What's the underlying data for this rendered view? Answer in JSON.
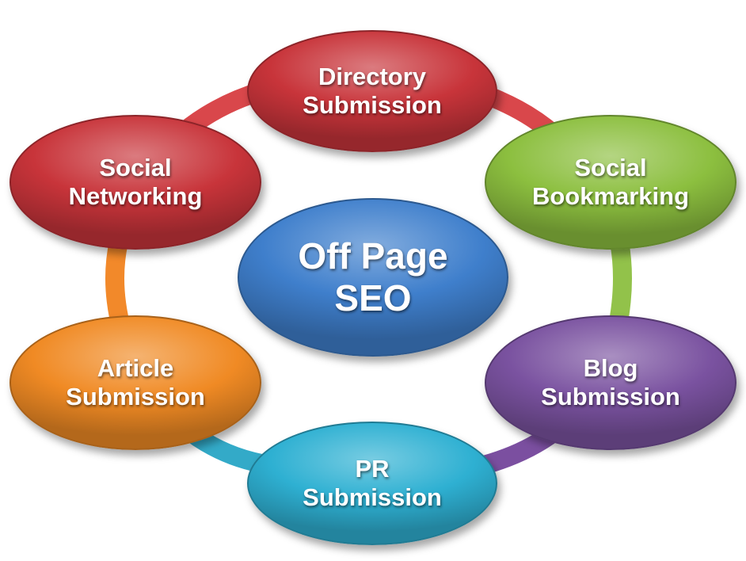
{
  "diagram": {
    "center": {
      "line1": "Off Page",
      "line2": "SEO",
      "color": "#3f7fcc"
    },
    "nodes": [
      {
        "id": "directory",
        "line1": "Directory",
        "line2": "Submission",
        "color": "#c8343a"
      },
      {
        "id": "social-bookmarking",
        "line1": "Social",
        "line2": "Bookmarking",
        "color": "#8cbf3f"
      },
      {
        "id": "blog",
        "line1": "Blog",
        "line2": "Submission",
        "color": "#7a52a0"
      },
      {
        "id": "pr",
        "line1": "PR",
        "line2": "Submission",
        "color": "#2eb0d2"
      },
      {
        "id": "article",
        "line1": "Article",
        "line2": "Submission",
        "color": "#f08a24"
      },
      {
        "id": "social-networking",
        "line1": "Social",
        "line2": "Networking",
        "color": "#c8343a"
      }
    ]
  }
}
